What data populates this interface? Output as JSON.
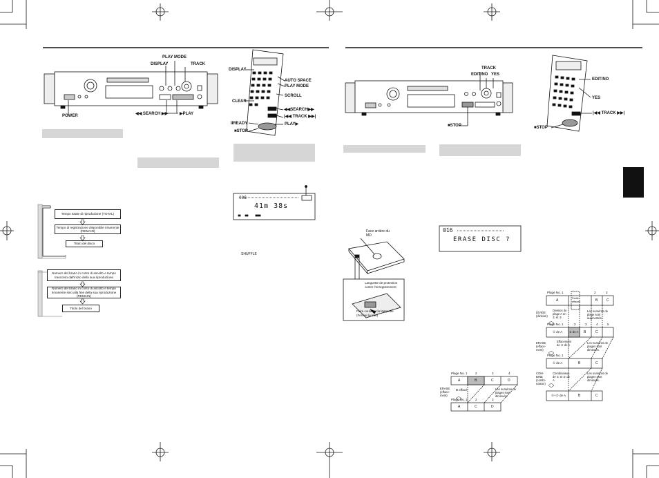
{
  "left_page": {
    "front_labels": {
      "play_mode": "PLAY MODE",
      "display": "DISPLAY",
      "track": "TRACK",
      "power": "POWER",
      "search": "◀◀ SEARCH ▶▶",
      "play": "▶PLAY"
    },
    "remote_labels": {
      "display": "DISPLAY",
      "auto_space": "AUTO SPACE",
      "play_mode": "PLAY MODE",
      "scroll": "SCROLL",
      "clear": "CLEAR",
      "search": "◀◀SEARCH▶▶",
      "track": "|◀◀ TRACK ▶▶|",
      "ready": "IIREADY",
      "play": "PLAY▶",
      "stop": "■STOP"
    },
    "lcd": {
      "time": "41m 38s",
      "small_value": "008"
    },
    "shuffle": "SHUFFLE",
    "flow1": [
      "Tempo totale di riproduzione (TOTAL)",
      "Tempo di registrazione disponibile rimanente (REMAIN)",
      "Titolo del disco"
    ],
    "flow2": [
      "Numero del brano in corso di ascolto e tempo trascorso dall'inizio della sua riproduzione",
      "Numero del brano in corso di ascolto e tempo rimanente sino alla fine della sua riproduzione (REMAIN)",
      "Titolo del brano"
    ]
  },
  "right_page": {
    "front_labels": {
      "track": "TRACK",
      "edit_no": "EDIT/NO",
      "yes": "YES",
      "stop": "■STOP"
    },
    "remote_labels": {
      "edit_no": "EDIT/NO",
      "yes": "YES",
      "track": "|◀◀ TRACK ▶▶|",
      "stop": "■STOP"
    },
    "md": {
      "face": "Face arrière du MD",
      "tab": "Languette de protection contre l'enregistrement",
      "slide": "Faire coulisser la languette (Fermer le trou)"
    },
    "lcd": {
      "number": "016",
      "text": "ERASE DISC ?"
    },
    "erase_diagram": {
      "plage_label": "Plage No. 1",
      "nums_top": [
        "2",
        "3",
        "4"
      ],
      "row_top": [
        "A",
        "B",
        "C",
        "D"
      ],
      "erase": "ERASE (efface-ment)",
      "b_efface": "B effacé",
      "note": "Les numéros de plages sont diminués.",
      "nums_bottom": [
        "2",
        "3"
      ],
      "row_bottom": [
        "A",
        "C",
        "D"
      ]
    },
    "edit_diagram": {
      "plage_label": "Plage No. 1",
      "nums": [
        "2",
        "3"
      ],
      "row1": [
        "A",
        "B",
        "C"
      ],
      "partie": "Partie effacée",
      "divide": "DIVIDE (division)",
      "div_note": "Division de plage A en ① et ②",
      "inc_note": "Les numéros de plage sont augmentés.",
      "row2": [
        "① de A",
        "② de A",
        "B",
        "C"
      ],
      "nums2": [
        "2",
        "3",
        "4",
        "5"
      ],
      "erase": "ERASE (efface-ment)",
      "eff_note": "Effacement de ② de A",
      "dec_note": "Les numéros de plages sont diminués.",
      "row3": [
        "① de A",
        "B",
        "C"
      ],
      "combine": "COM-BINE (combi-naison)",
      "comb_note": "Combinaison de ① et ② de A",
      "dec_note2": "Les numéros de plages sont diminués.",
      "row4": [
        "①+② de A",
        "B",
        "C"
      ]
    }
  }
}
